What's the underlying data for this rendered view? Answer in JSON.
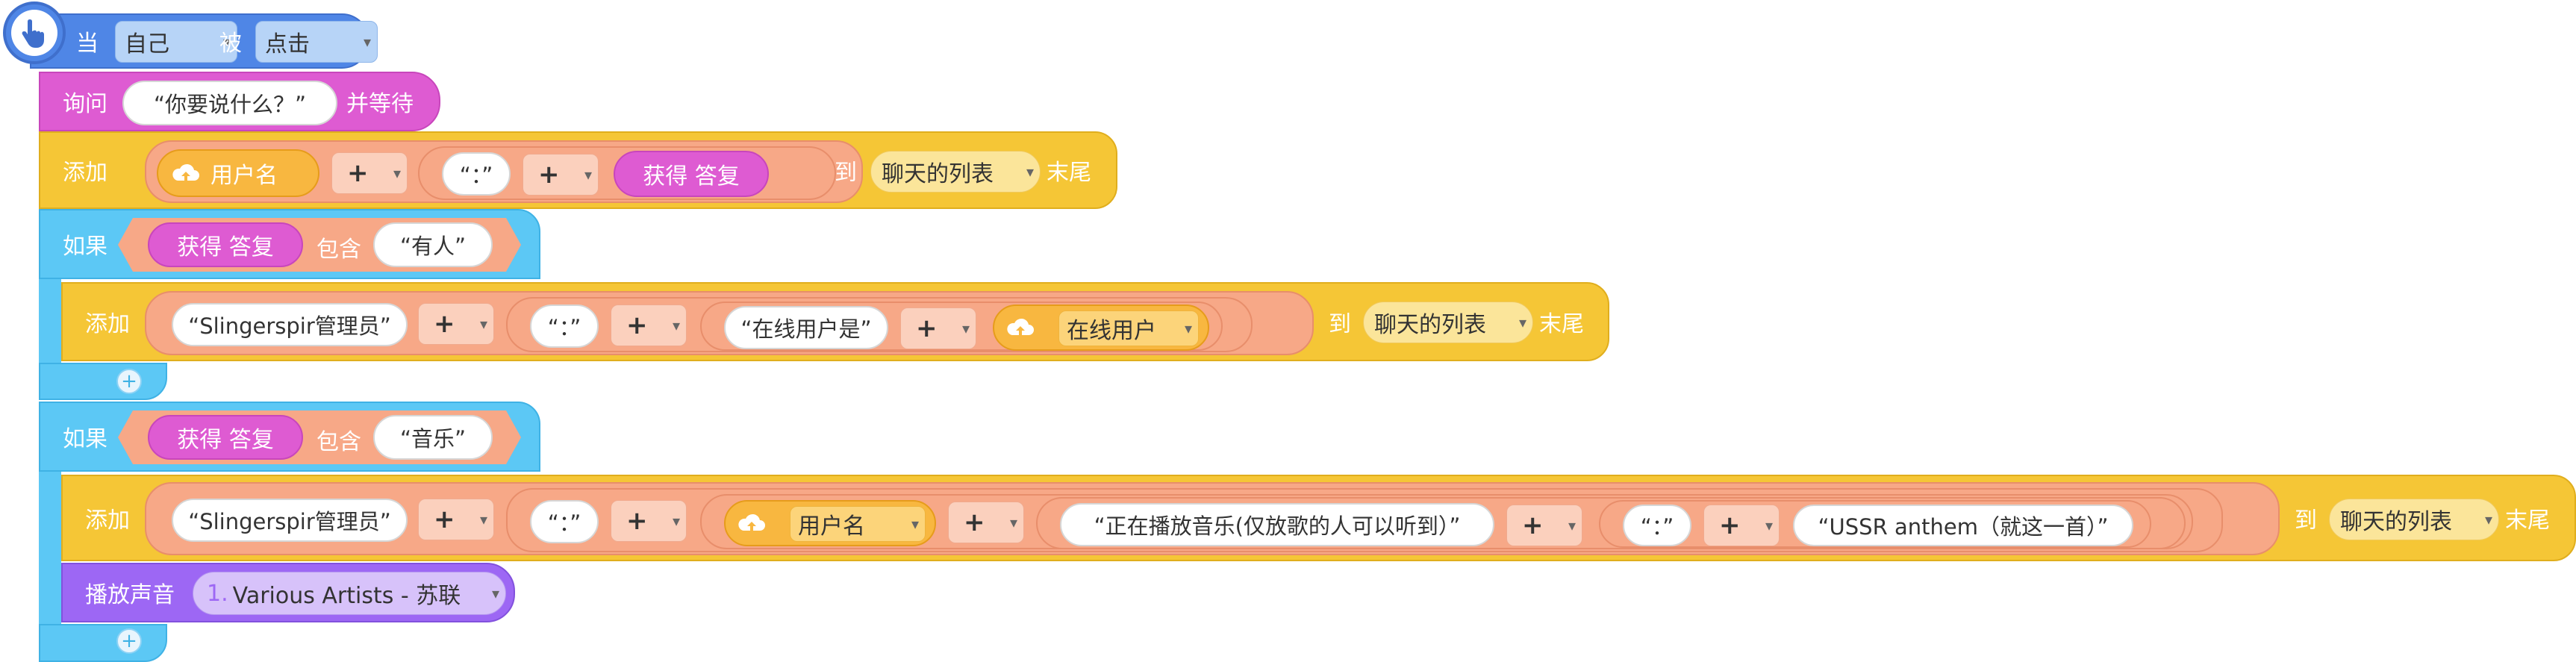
{
  "event": {
    "when": "当",
    "target": "自己",
    "is": "被",
    "action": "点击"
  },
  "ask": {
    "label": "询问",
    "question": "“你要说什么？”",
    "wait": "并等待"
  },
  "add1": {
    "label": "添加",
    "var": "用户名",
    "colon": "“：”",
    "answer": "获得 答复",
    "to": "到",
    "list": "聊天的列表",
    "end": "末尾"
  },
  "if1": {
    "label": "如果",
    "answer": "获得 答复",
    "contains": "包含",
    "keyword": "“有人”",
    "add": {
      "label": "添加",
      "admin": "“Slingerspir管理员”",
      "colon": "“：”",
      "online_text": "“在线用户是”",
      "var": "在线用户",
      "to": "到",
      "list": "聊天的列表",
      "end": "末尾"
    }
  },
  "if2": {
    "label": "如果",
    "answer": "获得 答复",
    "contains": "包含",
    "keyword": "“音乐”",
    "add": {
      "label": "添加",
      "admin": "“Slingerspir管理员”",
      "colon1": "“：”",
      "var": "用户名",
      "playing": "“正在播放音乐(仅放歌的人可以听到）”",
      "colon2": "“：”",
      "song": "“USSR anthem（就这一首）”",
      "to": "到",
      "list": "聊天的列表",
      "end": "末尾"
    },
    "play": {
      "label": "播放声音",
      "index": "1.",
      "sound": "Various Artists - 苏联"
    }
  },
  "ops": {
    "plus": "+"
  },
  "icons": {
    "event_icon": "pointer-hand-icon",
    "var_icon": "cloud-upload-icon",
    "dropdown": "chevron-down-icon",
    "add_slot": "plus-circle-icon"
  },
  "colors": {
    "event": "#4f86e6",
    "sensing": "#de5bd2",
    "looks": "#f5c636",
    "control": "#5cc8f5",
    "operator": "#f7a887",
    "variable": "#f8b740",
    "sound": "#9d67f4"
  }
}
